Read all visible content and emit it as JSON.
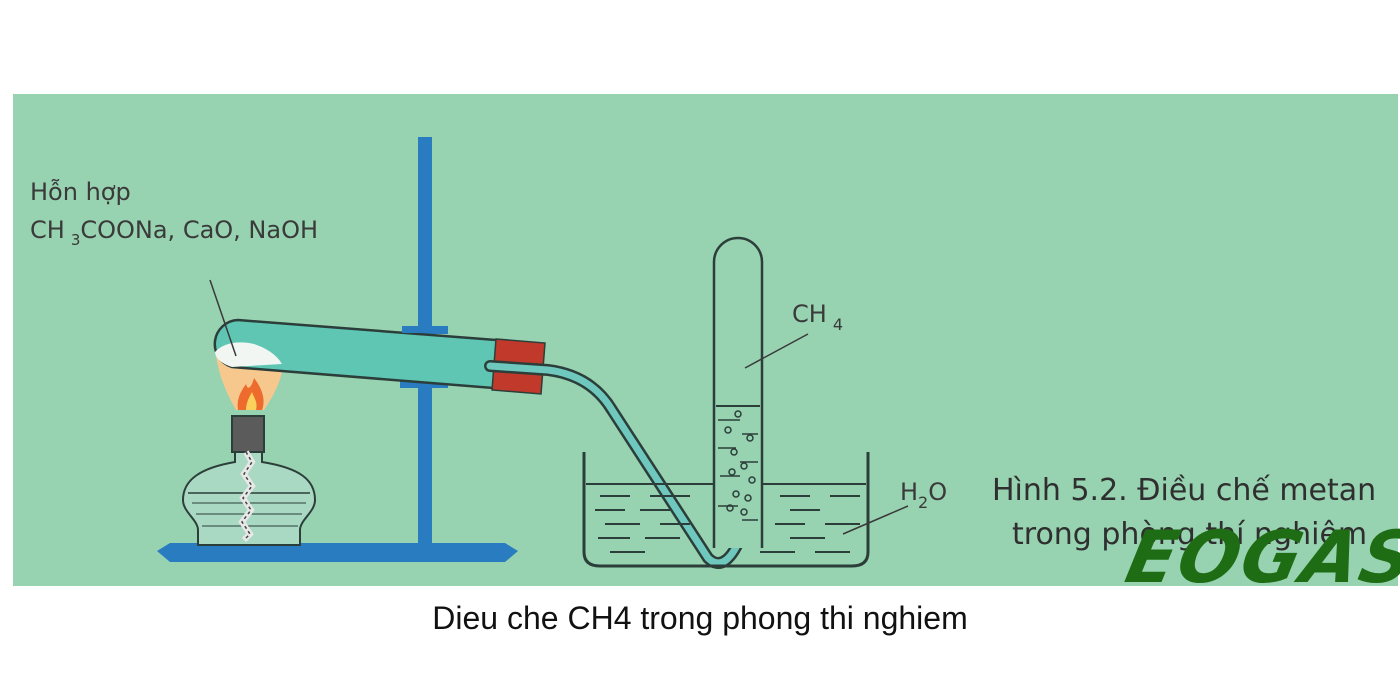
{
  "diagram": {
    "label_mixture_line1": "Hỗn hợp",
    "label_mixture_ch3": "CH",
    "label_mixture_sub": "3",
    "label_mixture_rest": "COONa, CaO, NaOH",
    "label_ch4_main": "CH",
    "label_ch4_sub": "4",
    "label_water_main": "H",
    "label_water_sub": "2",
    "label_water_end": "O",
    "figure_caption_line1": "Hình 5.2. Điều chế metan",
    "figure_caption_line2": "trong phòng thí nghiệm"
  },
  "watermark": "EOGAS",
  "page_caption": "Dieu che CH4 trong phong thi nghiem",
  "colors": {
    "panel": "#97d2b1",
    "stand": "#2a7cc0",
    "tube_fill": "#5fc6b3",
    "stopper": "#c0392b",
    "watermark": "#1e6d14",
    "outline": "#2c3e3a"
  }
}
